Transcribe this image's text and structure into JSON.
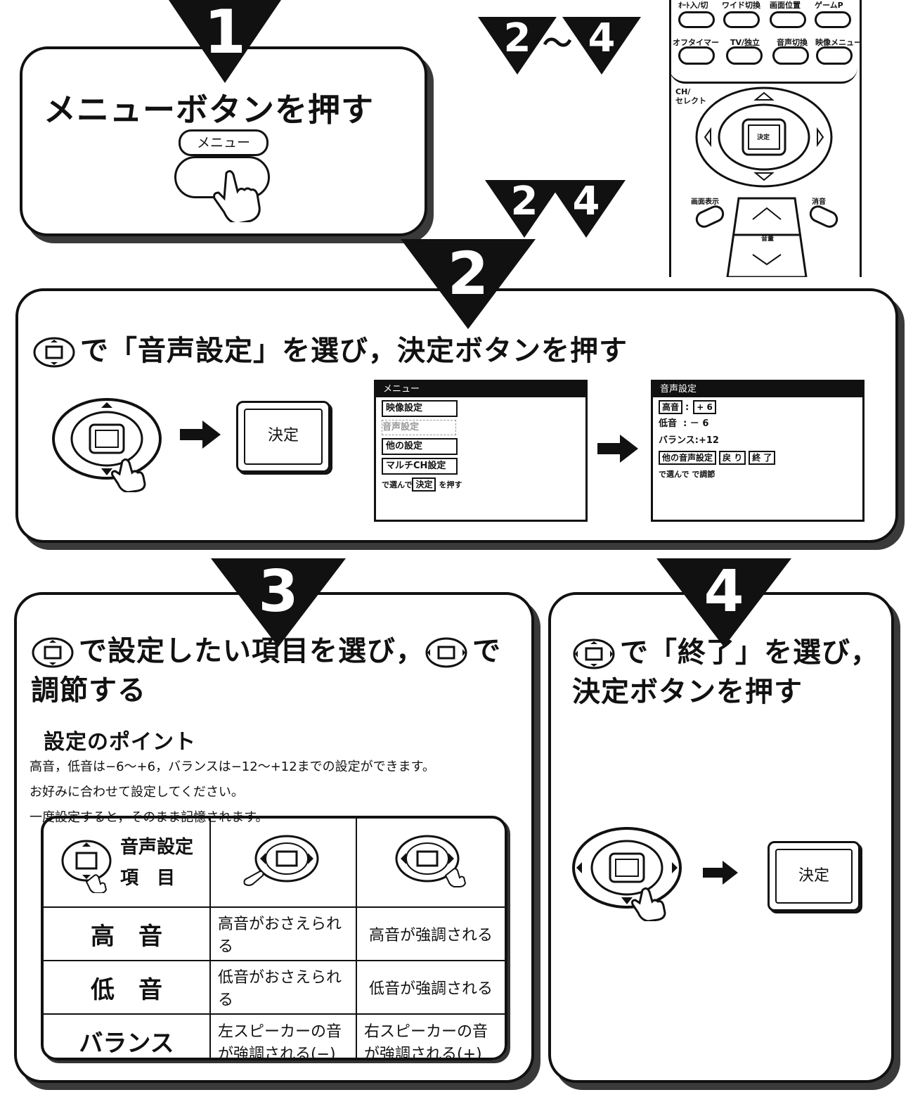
{
  "step_numbers": {
    "s1": "1",
    "s2": "2",
    "s3": "3",
    "s4": "4",
    "range_start": "2",
    "range_tilde": "～",
    "range_end": "4",
    "pair_a": "2",
    "pair_b": "4"
  },
  "step1": {
    "title": "メニューボタンを押す",
    "button_label": "メニュー"
  },
  "step2": {
    "title": "で「音声設定」を選び，決定ボタンを押す",
    "enter_label": "決定",
    "menu_screen": {
      "header": "メニュー",
      "items": [
        "映像設定",
        "音声設定",
        "他の設定",
        "マルチCH設定"
      ],
      "footer_a": "で選んで",
      "footer_b": "決定",
      "footer_c": "を押す"
    },
    "audio_screen": {
      "header": "音声設定",
      "rows": [
        {
          "label": "高音",
          "value": "+ 6"
        },
        {
          "label": "低音",
          "value": "－ 6"
        },
        {
          "label": "バランス",
          "value": "+12"
        }
      ],
      "buttons": [
        "他の音声設定",
        "戻 り",
        "終 了"
      ],
      "footer_a": "で選んで",
      "footer_b": "で調節"
    }
  },
  "step3": {
    "title_a": "で設定したい項目を選び，",
    "title_b": "で",
    "title_c": "調節する",
    "subtitle": "設定のポイント",
    "notes": [
      "高音，低音は−6〜+6，バランスは−12〜+12までの設定ができます。",
      "お好みに合わせて設定してください。",
      "一度設定すると，そのまま記憶されます。"
    ],
    "table_header": {
      "line1": "音声設定",
      "line2": "項　目"
    },
    "rows": [
      {
        "item": "高　音",
        "left": "高音がおさえられる",
        "right": "高音が強調される"
      },
      {
        "item": "低　音",
        "left": "低音がおさえられる",
        "right": "低音が強調される"
      },
      {
        "item": "バランス",
        "left": "左スピーカーの音が強調される(−)",
        "right": "右スピーカーの音が強調される(+)"
      }
    ]
  },
  "step4": {
    "title_a": "で「終了」を選び，",
    "title_b": "決定ボタンを押す",
    "enter_label": "決定"
  },
  "remote": {
    "top_buttons": [
      "ｵｰﾄ入/切",
      "ワイド切換",
      "画面位置",
      "ゲームP"
    ],
    "row2_buttons": [
      "オフタイマー",
      "TV/独立",
      "音声切換",
      "映像メニュー"
    ],
    "ch_label": "CH/\nセレクト",
    "center_label": "決定",
    "display_label": "画面表示",
    "mute_label": "消音",
    "volume_label": "音量"
  }
}
